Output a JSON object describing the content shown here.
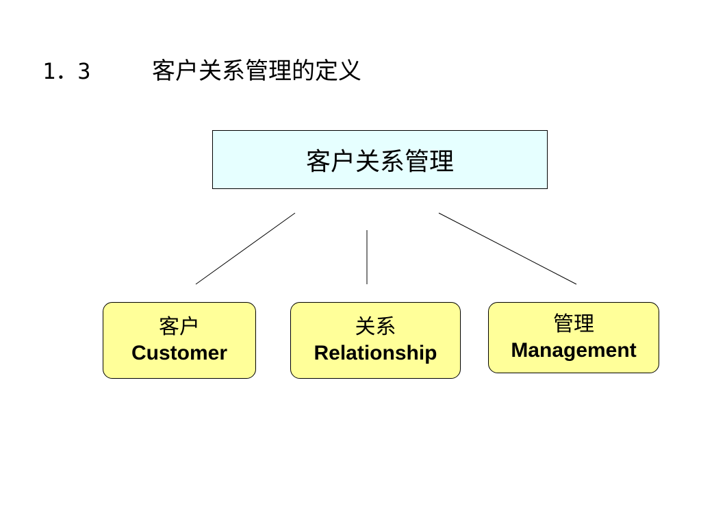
{
  "title": {
    "number": "1．3",
    "text": "客户关系管理的定义"
  },
  "diagram": {
    "root": "客户关系管理",
    "children": [
      {
        "zh": "客户",
        "en": "Customer"
      },
      {
        "zh": "关系",
        "en": "Relationship"
      },
      {
        "zh": "管理",
        "en": "Management"
      }
    ]
  },
  "colors": {
    "root_fill": "#e6ffff",
    "child_fill": "#ffff99",
    "line": "#000000"
  }
}
